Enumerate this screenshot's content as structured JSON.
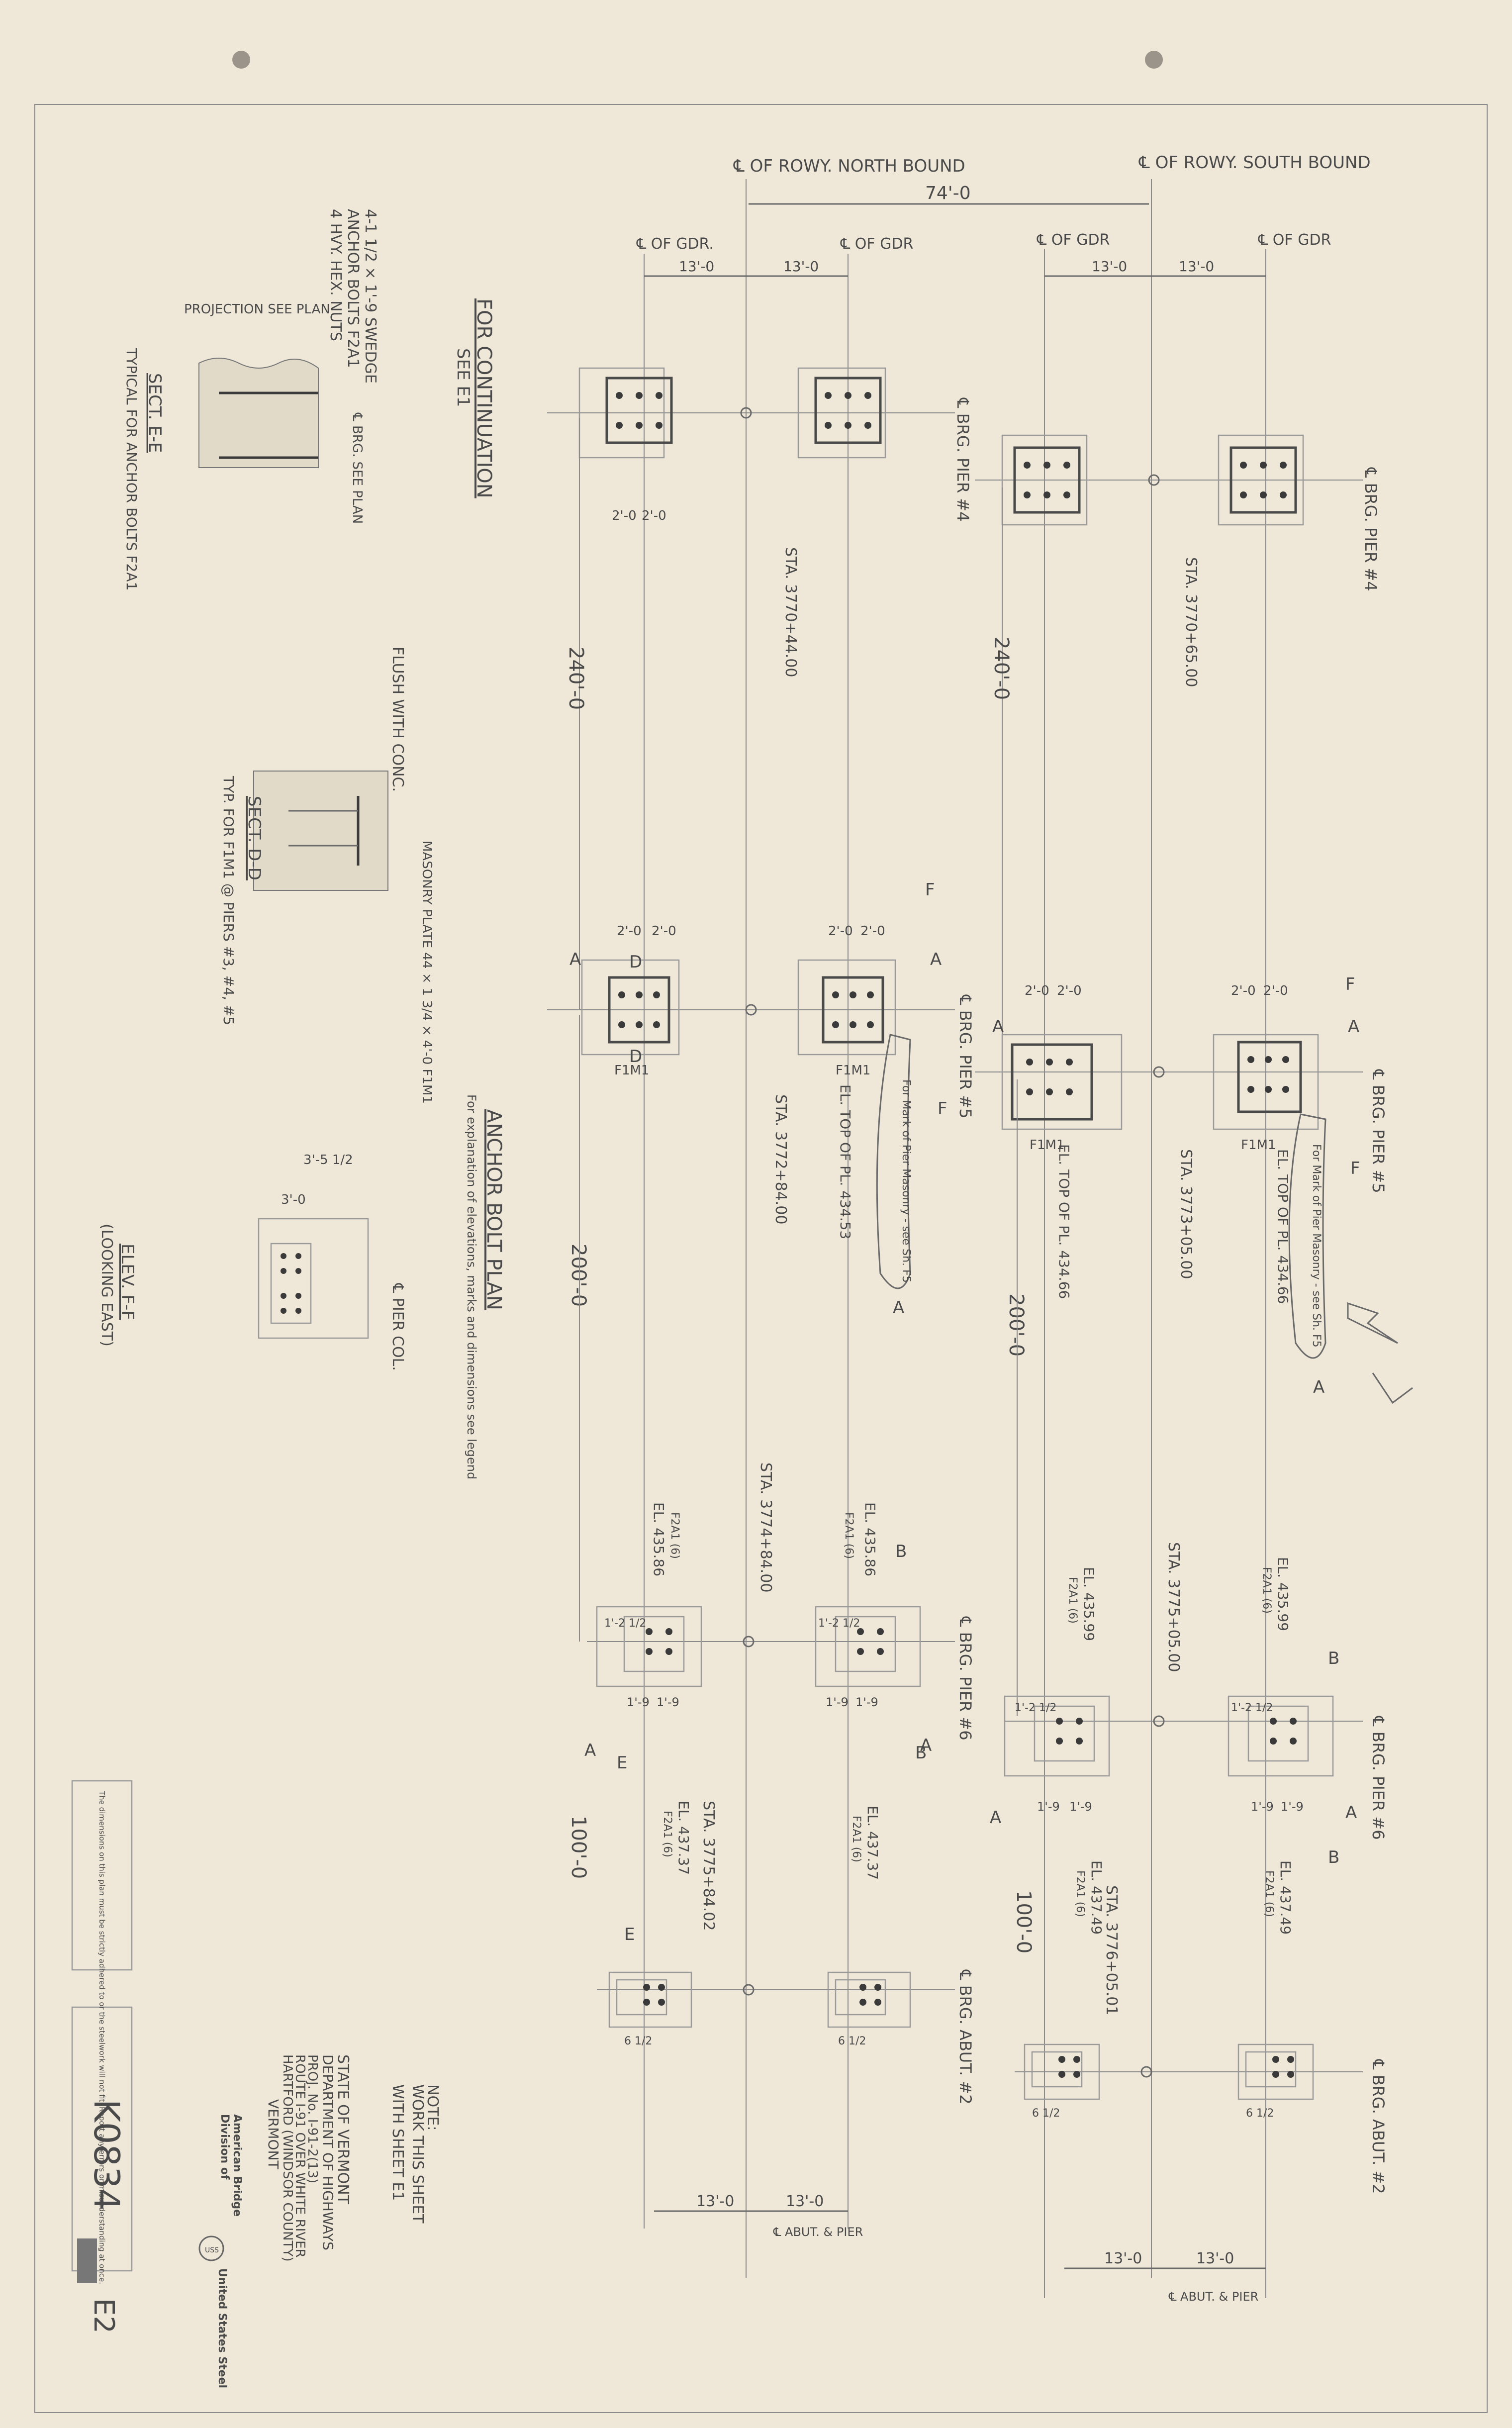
{
  "header": {
    "north_row": "℄ OF ROWY. NORTH BOUND",
    "south_row": "℄ OF ROWY. SOUTH BOUND",
    "row_spacing": "74'-0",
    "gdr_label": "℄ OF GDR.",
    "gdr_label_b": "℄ OF GDR",
    "gdr_spacing": "13'-0"
  },
  "piers": {
    "brg_pier4": "℄ BRG. PIER #4",
    "brg_pier5": "℄ BRG. PIER #5",
    "brg_pier6": "℄ BRG. PIER #6",
    "brg_abut2": "℄ BRG. ABUT. #2"
  },
  "stations": {
    "nb_p4": "STA. 3770+44.00",
    "sb_p4": "STA. 3770+65.00",
    "nb_p5": "STA. 3772+84.00",
    "sb_p5": "STA. 3773+05.00",
    "nb_p6": "STA. 3774+84.00",
    "sb_p6": "STA. 3775+05.00",
    "nb_ab": "STA. 3775+84.02",
    "sb_ab": "STA. 3776+05.01"
  },
  "spans": {
    "s240": "240'-0",
    "s200": "200'-0",
    "s100": "100'-0",
    "two_ft": "2'-0",
    "one_nine": "1'-9",
    "one_half": "1'-2 1/2",
    "six_six": "6 1/2"
  },
  "elevations": {
    "p5_nb": "EL. TOP OF PL. 434.53",
    "p5_sb": "EL. TOP OF PL. 434.66",
    "p6_nb_l": "EL. 435.86",
    "p6_nb_r": "EL. 435.86",
    "p6_sb_l": "EL. 435.99",
    "p6_sb_r": "EL. 435.99",
    "ab_nb_l": "EL. 437.37",
    "ab_nb_r": "EL. 437.37",
    "ab_sb_l": "EL. 437.49",
    "ab_sb_r": "EL. 437.49"
  },
  "marks": {
    "fm1": "F1M1",
    "f2a1": "F2A1 (6)",
    "cloud_note": "For Mark of Pier Masonry - see Sh. F5",
    "cloud_A": "A",
    "sec_A": "A",
    "sec_B": "B",
    "sec_D": "D",
    "sec_E": "E",
    "sec_F": "F"
  },
  "details": {
    "for_cont": "FOR CONTINUATION",
    "see_e1": "SEE E1",
    "bolts_line1": "4-1 1/2 × 1'-9 SWEDGE",
    "bolts_line2": "ANCHOR BOLTS F2A1",
    "bolts_line3": "4 HVY. HEX. NUTS",
    "projection": "PROJECTION SEE PLAN",
    "brg_see_plan": "℄ BRG. SEE PLAN",
    "sect_ee": "SECT. E-E",
    "typical_anchor": "TYPICAL FOR ANCHOR BOLTS F2A1",
    "flush": "FLUSH WITH CONC.",
    "masonry_plate": "MASONRY PLATE 44 × 1 3/4 × 4'-0 F1M1",
    "sect_dd": "SECT. D-D",
    "typ_f1m1": "TYP. FOR F1M1 @ PIERS #3, #4, #5",
    "anchor_bolt_plan": "ANCHOR BOLT PLAN",
    "legend_note": "For explanation of elevations, marks and dimensions see legend",
    "pier_col": "℄ PIER COL.",
    "elev_ff": "ELEV. F-F",
    "looking_east": "(LOOKING EAST)",
    "dim_35": "3'-5 1/2",
    "dim_3": "3'-0"
  },
  "notes": {
    "note_label": "NOTE:",
    "note_text1": "WORK THIS SHEET",
    "note_text2": "WITH SHEET E1",
    "abut_pier": "℄ ABUT. & PIER"
  },
  "title_block": {
    "state": "STATE OF VERMONT",
    "dept": "DEPARTMENT OF HIGHWAYS",
    "proj": "PROJ. No. I-91-2(13)",
    "route": "ROUTE I-91 OVER WHITE RIVER",
    "town": "HARTFORD (WINDSOR COUNTY)",
    "vt": "VERMONT",
    "company": "American Bridge",
    "division": "Division of",
    "uss": "USS",
    "steel": "United States Steel",
    "contract": "K0834",
    "sheet_no": "E2",
    "stamp": "The dimensions on this plan must be strictly adhered to or the steelwork will not fit. Report any errors or misunderstanding at once."
  },
  "colors": {
    "paper": "#efe8d8",
    "ink": "#4a4a4a"
  }
}
